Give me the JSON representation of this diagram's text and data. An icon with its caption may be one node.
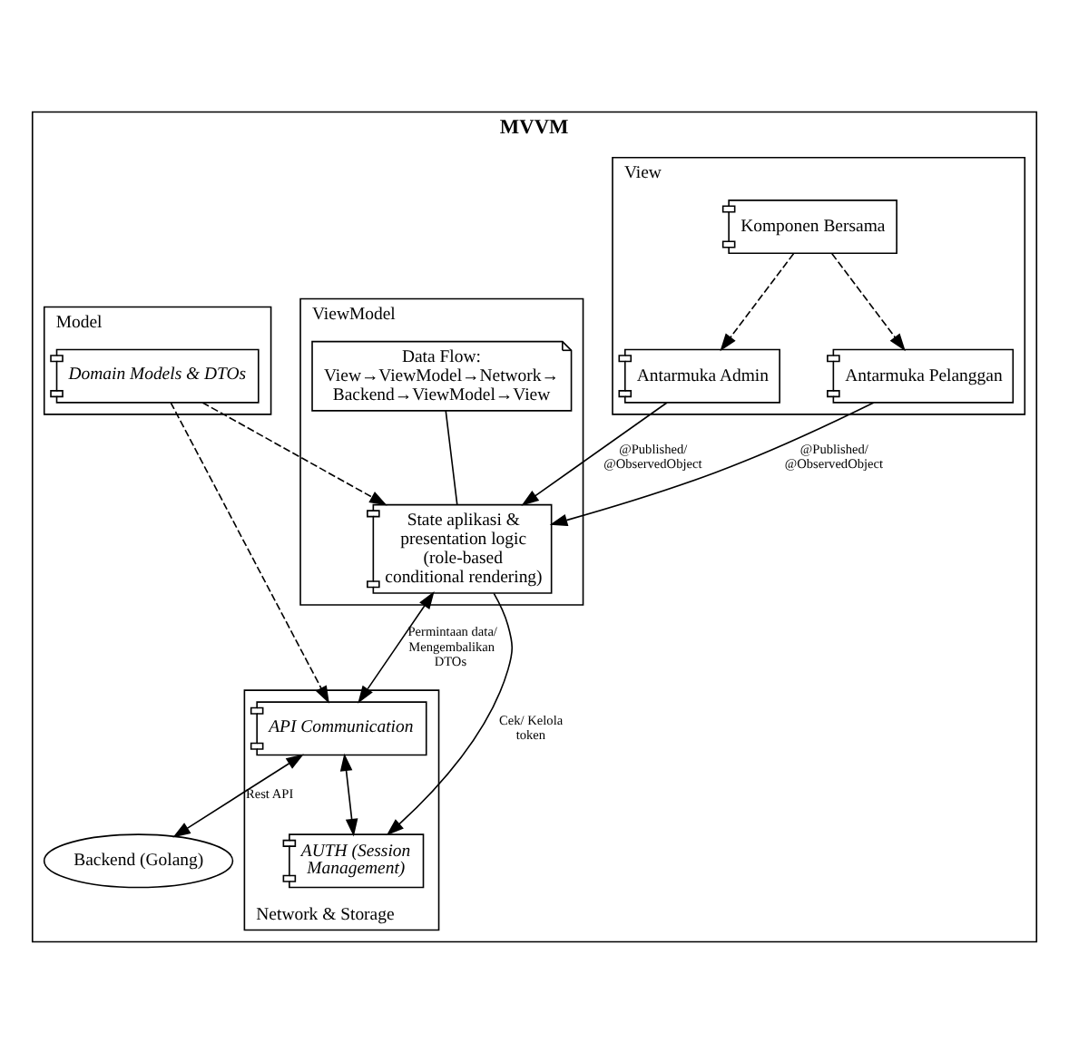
{
  "diagram": {
    "nodes": [
      {
        "text": [
          "MVVM"
        ]
      },
      {
        "text": [
          "View"
        ],
        "in": 0
      },
      {
        "text": [
          "Komponen Bersama"
        ],
        "in": 1
      },
      {
        "text": [
          "Antarmuka Pelanggan"
        ],
        "in": 1
      },
      {
        "text": [
          "Antarmuka Admin"
        ],
        "in": 1
      },
      {
        "text": [
          "ViewModel"
        ],
        "in": 0
      },
      {
        "text": [
          "Data Flow: View→ViewModel→Network→ Backend→ViewModel→View"
        ],
        "in": 5
      },
      {
        "text": [
          "State aplikasi & presentation logic (role-based conditional rendering)"
        ],
        "in": 5
      },
      {
        "text": [
          "Model"
        ],
        "in": 0
      },
      {
        "text": [
          "Domain Models & DTOs"
        ],
        "in": 8
      },
      {
        "text": [
          "Network & Storage"
        ],
        "in": 0
      },
      {
        "text": [
          "API Communication"
        ],
        "in": 10
      },
      {
        "text": [
          "AUTH (Session Management)"
        ],
        "in": 10
      },
      {
        "text": [
          "Backend (Golang)"
        ],
        "in": 0
      }
    ],
    "edges": [
      {
        "from": 2,
        "to": 3,
        "arrow": "to",
        "style": "dashed"
      },
      {
        "from": 2,
        "to": 4,
        "arrow": "to",
        "style": "dashed"
      },
      {
        "from": 3,
        "to": 7,
        "arrow": "to",
        "label": "@Published/ @ObservedObject"
      },
      {
        "from": 4,
        "to": 7,
        "arrow": "to",
        "label": "@Published/ @ObservedObject"
      },
      {
        "from": 6,
        "to": 7,
        "arrow": "none"
      },
      {
        "from": 9,
        "to": 7,
        "arrow": "to",
        "style": "dashed"
      },
      {
        "from": 9,
        "to": 11,
        "arrow": "to",
        "style": "dashed"
      },
      {
        "from": 7,
        "to": 11,
        "arrow": "both",
        "label": "Permintaan data/ Mengembalikan DTOs"
      },
      {
        "from": 7,
        "to": 12,
        "arrow": "to",
        "label": "Cek/ Kelola token"
      },
      {
        "from": 11,
        "to": 12,
        "arrow": "both"
      },
      {
        "from": 11,
        "to": 13,
        "arrow": "both",
        "label": "Rest API"
      }
    ]
  }
}
